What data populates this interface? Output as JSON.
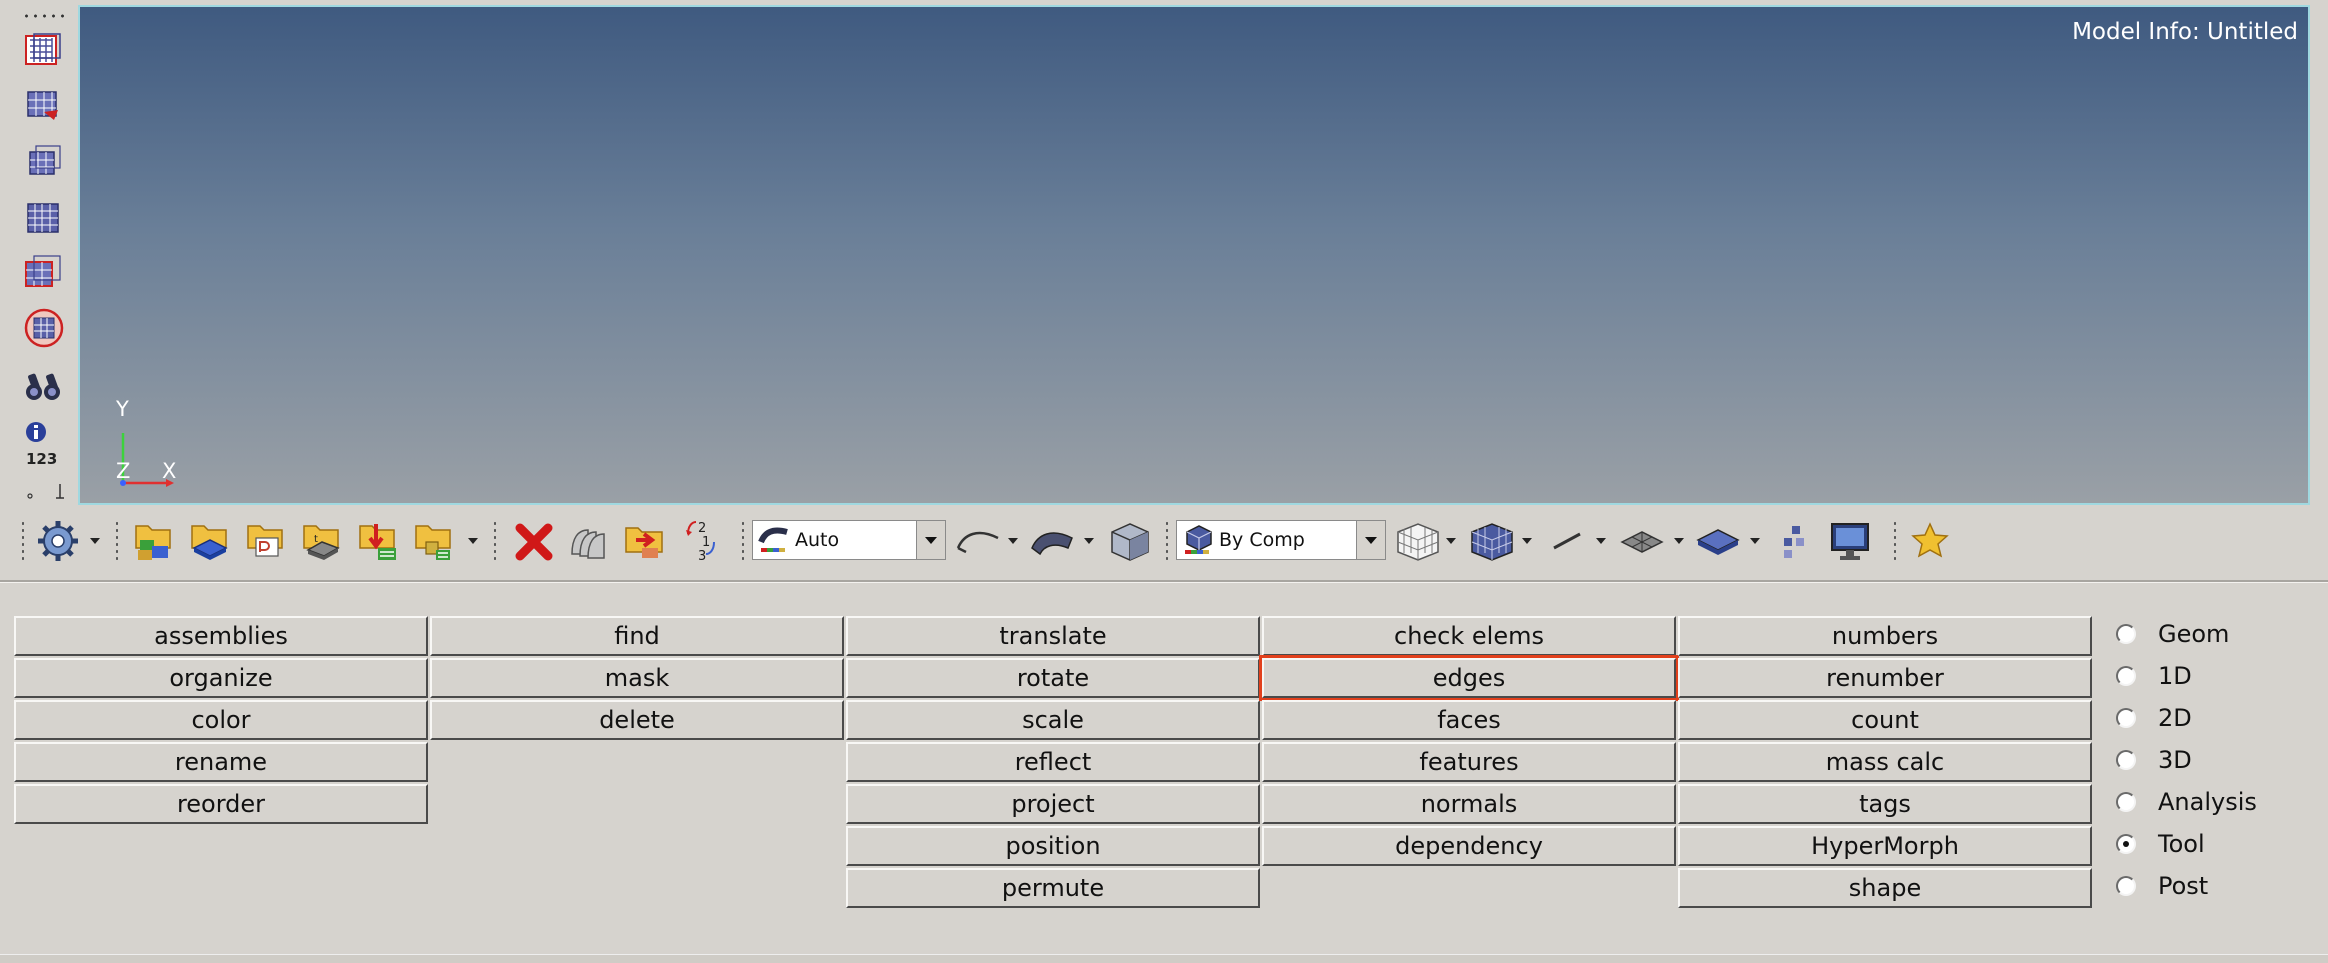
{
  "viewport": {
    "model_info": "Model Info: Untitled",
    "axis_y": "Y",
    "axis_z": "Z",
    "axis_x": "X"
  },
  "left_toolbar": {
    "icons": [
      "mesh-front-icon",
      "mesh-arrow-icon",
      "mesh-back-icon",
      "mesh-solid-icon",
      "mesh-outline-icon",
      "mesh-circle-icon",
      "binoculars-icon",
      "info-icon"
    ],
    "numbering_label": "123"
  },
  "main_toolbar": {
    "view_mode": "Auto",
    "color_mode": "By Comp"
  },
  "panel": {
    "col1": [
      "assemblies",
      "organize",
      "color",
      "rename",
      "reorder"
    ],
    "col2": [
      "find",
      "mask",
      "delete"
    ],
    "col3": [
      "translate",
      "rotate",
      "scale",
      "reflect",
      "project",
      "position",
      "permute"
    ],
    "col4": [
      "check elems",
      "edges",
      "faces",
      "features",
      "normals",
      "dependency"
    ],
    "col5": [
      "numbers",
      "renumber",
      "count",
      "mass calc",
      "tags",
      "HyperMorph",
      "shape"
    ],
    "selected": "edges",
    "page_radios": [
      {
        "label": "Geom",
        "checked": false
      },
      {
        "label": "1D",
        "checked": false
      },
      {
        "label": "2D",
        "checked": false
      },
      {
        "label": "3D",
        "checked": false
      },
      {
        "label": "Analysis",
        "checked": false
      },
      {
        "label": "Tool",
        "checked": true
      },
      {
        "label": "Post",
        "checked": false
      }
    ]
  },
  "colors": {
    "selected_outline": "#e2401c",
    "viewport_top": "#3f5a80",
    "viewport_bottom": "#9aa0a6",
    "panel_bg": "#d6d3ce"
  }
}
